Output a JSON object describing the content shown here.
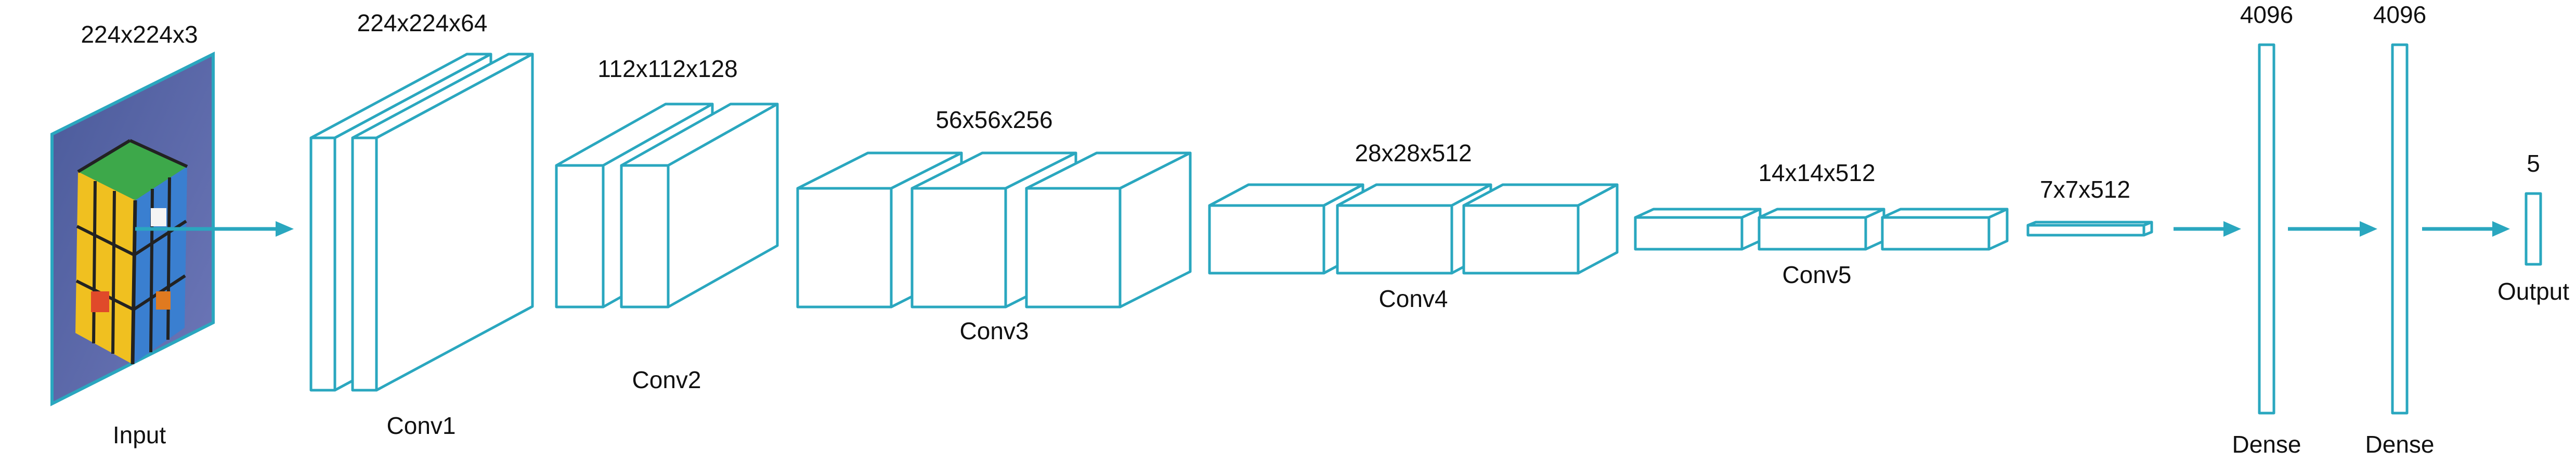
{
  "colors": {
    "stroke": "#2aa7bf",
    "text": "#111111",
    "background": "#ffffff"
  },
  "input": {
    "dim": "224x224x3",
    "label": "Input",
    "image": "rubiks-cube-photo"
  },
  "blocks": [
    {
      "label": "Conv1",
      "dim": "224x224x64"
    },
    {
      "label": "Conv2",
      "dim": "112x112x128"
    },
    {
      "label": "Conv3",
      "dim": "56x56x256"
    },
    {
      "label": "Conv4",
      "dim": "28x28x512"
    },
    {
      "label": "Conv5",
      "dim": "14x14x512"
    },
    {
      "label": "",
      "dim": "7x7x512"
    }
  ],
  "dense": [
    {
      "label": "Dense",
      "units": "4096"
    },
    {
      "label": "Dense",
      "units": "4096"
    }
  ],
  "output": {
    "label": "Output",
    "units": "5"
  }
}
